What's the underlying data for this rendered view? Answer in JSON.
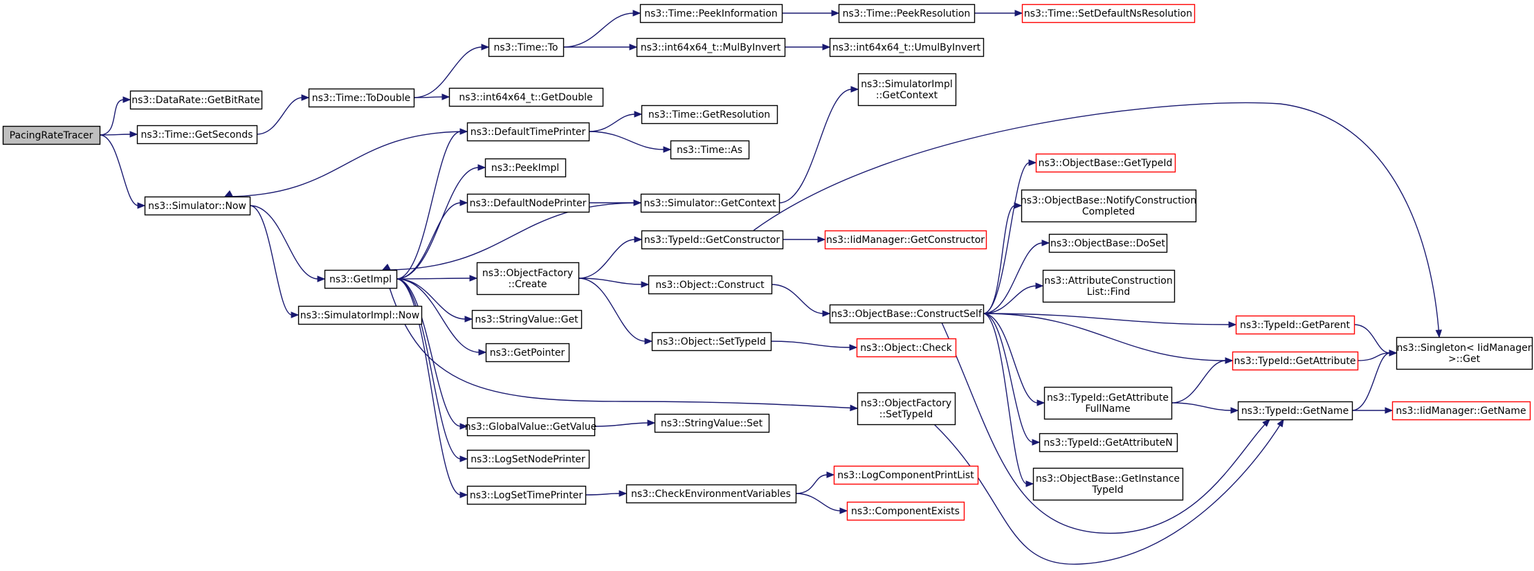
{
  "diagram": {
    "type": "call-graph",
    "colors": {
      "edge": "#191970",
      "external_node_border": "#ff0000",
      "root_fill": "#bfbfbf"
    },
    "nodes": [
      {
        "id": "PacingRateTracer",
        "lines": [
          "PacingRateTracer"
        ],
        "style": "root"
      },
      {
        "id": "DataRate_GetBitRate",
        "lines": [
          "ns3::DataRate::GetBitRate"
        ]
      },
      {
        "id": "Time_GetSeconds",
        "lines": [
          "ns3::Time::GetSeconds"
        ]
      },
      {
        "id": "Simulator_Now",
        "lines": [
          "ns3::Simulator::Now"
        ]
      },
      {
        "id": "Time_ToDouble",
        "lines": [
          "ns3::Time::ToDouble"
        ]
      },
      {
        "id": "GetImpl",
        "lines": [
          "ns3::GetImpl"
        ]
      },
      {
        "id": "SimulatorImpl_Now",
        "lines": [
          "ns3::SimulatorImpl::Now"
        ]
      },
      {
        "id": "Time_To",
        "lines": [
          "ns3::Time::To"
        ]
      },
      {
        "id": "int64x64_GetDouble",
        "lines": [
          "ns3::int64x64_t::GetDouble"
        ]
      },
      {
        "id": "DefaultTimePrinter",
        "lines": [
          "ns3::DefaultTimePrinter"
        ]
      },
      {
        "id": "PeekImpl",
        "lines": [
          "ns3::PeekImpl"
        ]
      },
      {
        "id": "DefaultNodePrinter",
        "lines": [
          "ns3::DefaultNodePrinter"
        ]
      },
      {
        "id": "ObjectFactory_Create",
        "lines": [
          "ns3::ObjectFactory",
          "::Create"
        ]
      },
      {
        "id": "StringValue_Get",
        "lines": [
          "ns3::StringValue::Get"
        ]
      },
      {
        "id": "GetPointer",
        "lines": [
          "ns3::GetPointer"
        ]
      },
      {
        "id": "GlobalValue_GetValue",
        "lines": [
          "ns3::GlobalValue::GetValue"
        ]
      },
      {
        "id": "LogSetNodePrinter",
        "lines": [
          "ns3::LogSetNodePrinter"
        ]
      },
      {
        "id": "LogSetTimePrinter",
        "lines": [
          "ns3::LogSetTimePrinter"
        ]
      },
      {
        "id": "Time_PeekInformation",
        "lines": [
          "ns3::Time::PeekInformation"
        ]
      },
      {
        "id": "int64x64_MulByInvert",
        "lines": [
          "ns3::int64x64_t::MulByInvert"
        ]
      },
      {
        "id": "Time_GetResolution",
        "lines": [
          "ns3::Time::GetResolution"
        ]
      },
      {
        "id": "Time_As",
        "lines": [
          "ns3::Time::As"
        ]
      },
      {
        "id": "Simulator_GetContext",
        "lines": [
          "ns3::Simulator::GetContext"
        ]
      },
      {
        "id": "TypeId_GetConstructor",
        "lines": [
          "ns3::TypeId::GetConstructor"
        ]
      },
      {
        "id": "Object_Construct",
        "lines": [
          "ns3::Object::Construct"
        ]
      },
      {
        "id": "Object_SetTypeId",
        "lines": [
          "ns3::Object::SetTypeId"
        ]
      },
      {
        "id": "ObjectFactory_SetTypeId",
        "lines": [
          "ns3::ObjectFactory",
          "::SetTypeId"
        ]
      },
      {
        "id": "StringValue_Set",
        "lines": [
          "ns3::StringValue::Set"
        ]
      },
      {
        "id": "CheckEnvironmentVariables",
        "lines": [
          "ns3::CheckEnvironmentVariables"
        ]
      },
      {
        "id": "Time_PeekResolution",
        "lines": [
          "ns3::Time::PeekResolution"
        ]
      },
      {
        "id": "int64x64_UmulByInvert",
        "lines": [
          "ns3::int64x64_t::UmulByInvert"
        ]
      },
      {
        "id": "SimulatorImpl_GetContext",
        "lines": [
          "ns3::SimulatorImpl",
          "::GetContext"
        ]
      },
      {
        "id": "IidManager_GetConstructor",
        "lines": [
          "ns3::IidManager::GetConstructor"
        ],
        "style": "red"
      },
      {
        "id": "ObjectBase_ConstructSelf",
        "lines": [
          "ns3::ObjectBase::ConstructSelf"
        ]
      },
      {
        "id": "Object_Check",
        "lines": [
          "ns3::Object::Check"
        ],
        "style": "red"
      },
      {
        "id": "LogComponentPrintList",
        "lines": [
          "ns3::LogComponentPrintList"
        ],
        "style": "red"
      },
      {
        "id": "ComponentExists",
        "lines": [
          "ns3::ComponentExists"
        ],
        "style": "red"
      },
      {
        "id": "Time_SetDefaultNsResolution",
        "lines": [
          "ns3::Time::SetDefaultNsResolution"
        ],
        "style": "red"
      },
      {
        "id": "ObjectBase_GetTypeId",
        "lines": [
          "ns3::ObjectBase::GetTypeId"
        ],
        "style": "red"
      },
      {
        "id": "ObjectBase_NotifyConstructionCompleted",
        "lines": [
          "ns3::ObjectBase::NotifyConstruction",
          "Completed"
        ]
      },
      {
        "id": "ObjectBase_DoSet",
        "lines": [
          "ns3::ObjectBase::DoSet"
        ]
      },
      {
        "id": "AttributeConstructionList_Find",
        "lines": [
          "ns3::AttributeConstruction",
          "List::Find"
        ]
      },
      {
        "id": "TypeId_GetAttributeFullName",
        "lines": [
          "ns3::TypeId::GetAttribute",
          "FullName"
        ]
      },
      {
        "id": "TypeId_GetAttributeN",
        "lines": [
          "ns3::TypeId::GetAttributeN"
        ]
      },
      {
        "id": "ObjectBase_GetInstanceTypeId",
        "lines": [
          "ns3::ObjectBase::GetInstance",
          "TypeId"
        ]
      },
      {
        "id": "TypeId_GetParent",
        "lines": [
          "ns3::TypeId::GetParent"
        ],
        "style": "red"
      },
      {
        "id": "TypeId_GetAttribute",
        "lines": [
          "ns3::TypeId::GetAttribute"
        ],
        "style": "red"
      },
      {
        "id": "TypeId_GetName",
        "lines": [
          "ns3::TypeId::GetName"
        ]
      },
      {
        "id": "Singleton_Get",
        "lines": [
          "ns3::Singleton< IidManager",
          ">::Get"
        ]
      },
      {
        "id": "IidManager_GetName",
        "lines": [
          "ns3::IidManager::GetName"
        ],
        "style": "red"
      }
    ],
    "edges": [
      [
        "PacingRateTracer",
        "DataRate_GetBitRate"
      ],
      [
        "PacingRateTracer",
        "Time_GetSeconds"
      ],
      [
        "PacingRateTracer",
        "Simulator_Now"
      ],
      [
        "Time_GetSeconds",
        "Time_ToDouble"
      ],
      [
        "Time_ToDouble",
        "Time_To"
      ],
      [
        "Time_ToDouble",
        "int64x64_GetDouble"
      ],
      [
        "Time_To",
        "Time_PeekInformation"
      ],
      [
        "Time_To",
        "int64x64_MulByInvert"
      ],
      [
        "Time_PeekInformation",
        "Time_PeekResolution"
      ],
      [
        "Time_PeekResolution",
        "Time_SetDefaultNsResolution"
      ],
      [
        "int64x64_MulByInvert",
        "int64x64_UmulByInvert"
      ],
      [
        "Simulator_Now",
        "GetImpl"
      ],
      [
        "Simulator_Now",
        "SimulatorImpl_Now"
      ],
      [
        "DefaultTimePrinter",
        "Simulator_Now"
      ],
      [
        "DefaultTimePrinter",
        "Time_GetResolution"
      ],
      [
        "DefaultTimePrinter",
        "Time_As"
      ],
      [
        "Simulator_GetContext",
        "GetImpl"
      ],
      [
        "Simulator_GetContext",
        "SimulatorImpl_GetContext"
      ],
      [
        "DefaultNodePrinter",
        "Simulator_GetContext"
      ],
      [
        "GetImpl",
        "DefaultTimePrinter"
      ],
      [
        "GetImpl",
        "PeekImpl"
      ],
      [
        "GetImpl",
        "DefaultNodePrinter"
      ],
      [
        "GetImpl",
        "ObjectFactory_Create"
      ],
      [
        "GetImpl",
        "StringValue_Get"
      ],
      [
        "GetImpl",
        "GetPointer"
      ],
      [
        "GetImpl",
        "ObjectFactory_SetTypeId"
      ],
      [
        "GetImpl",
        "GlobalValue_GetValue"
      ],
      [
        "GetImpl",
        "LogSetNodePrinter"
      ],
      [
        "GetImpl",
        "LogSetTimePrinter"
      ],
      [
        "ObjectFactory_Create",
        "TypeId_GetConstructor"
      ],
      [
        "ObjectFactory_Create",
        "Object_Construct"
      ],
      [
        "ObjectFactory_Create",
        "Object_SetTypeId"
      ],
      [
        "TypeId_GetConstructor",
        "IidManager_GetConstructor"
      ],
      [
        "TypeId_GetConstructor",
        "Singleton_Get"
      ],
      [
        "Object_Construct",
        "ObjectBase_ConstructSelf"
      ],
      [
        "Object_SetTypeId",
        "Object_Check"
      ],
      [
        "GlobalValue_GetValue",
        "StringValue_Set"
      ],
      [
        "LogSetTimePrinter",
        "CheckEnvironmentVariables"
      ],
      [
        "CheckEnvironmentVariables",
        "LogComponentPrintList"
      ],
      [
        "CheckEnvironmentVariables",
        "ComponentExists"
      ],
      [
        "ObjectFactory_SetTypeId",
        "TypeId_GetName"
      ],
      [
        "ObjectBase_ConstructSelf",
        "ObjectBase_GetTypeId"
      ],
      [
        "ObjectBase_ConstructSelf",
        "ObjectBase_NotifyConstructionCompleted"
      ],
      [
        "ObjectBase_ConstructSelf",
        "ObjectBase_DoSet"
      ],
      [
        "ObjectBase_ConstructSelf",
        "AttributeConstructionList_Find"
      ],
      [
        "ObjectBase_ConstructSelf",
        "TypeId_GetParent"
      ],
      [
        "ObjectBase_ConstructSelf",
        "TypeId_GetAttribute"
      ],
      [
        "ObjectBase_ConstructSelf",
        "TypeId_GetAttributeFullName"
      ],
      [
        "ObjectBase_ConstructSelf",
        "TypeId_GetAttributeN"
      ],
      [
        "ObjectBase_ConstructSelf",
        "ObjectBase_GetInstanceTypeId"
      ],
      [
        "ObjectBase_ConstructSelf",
        "TypeId_GetName"
      ],
      [
        "TypeId_GetAttributeFullName",
        "TypeId_GetAttribute"
      ],
      [
        "TypeId_GetAttributeFullName",
        "TypeId_GetName"
      ],
      [
        "TypeId_GetParent",
        "Singleton_Get"
      ],
      [
        "TypeId_GetAttribute",
        "Singleton_Get"
      ],
      [
        "TypeId_GetName",
        "Singleton_Get"
      ],
      [
        "TypeId_GetName",
        "IidManager_GetName"
      ]
    ]
  }
}
